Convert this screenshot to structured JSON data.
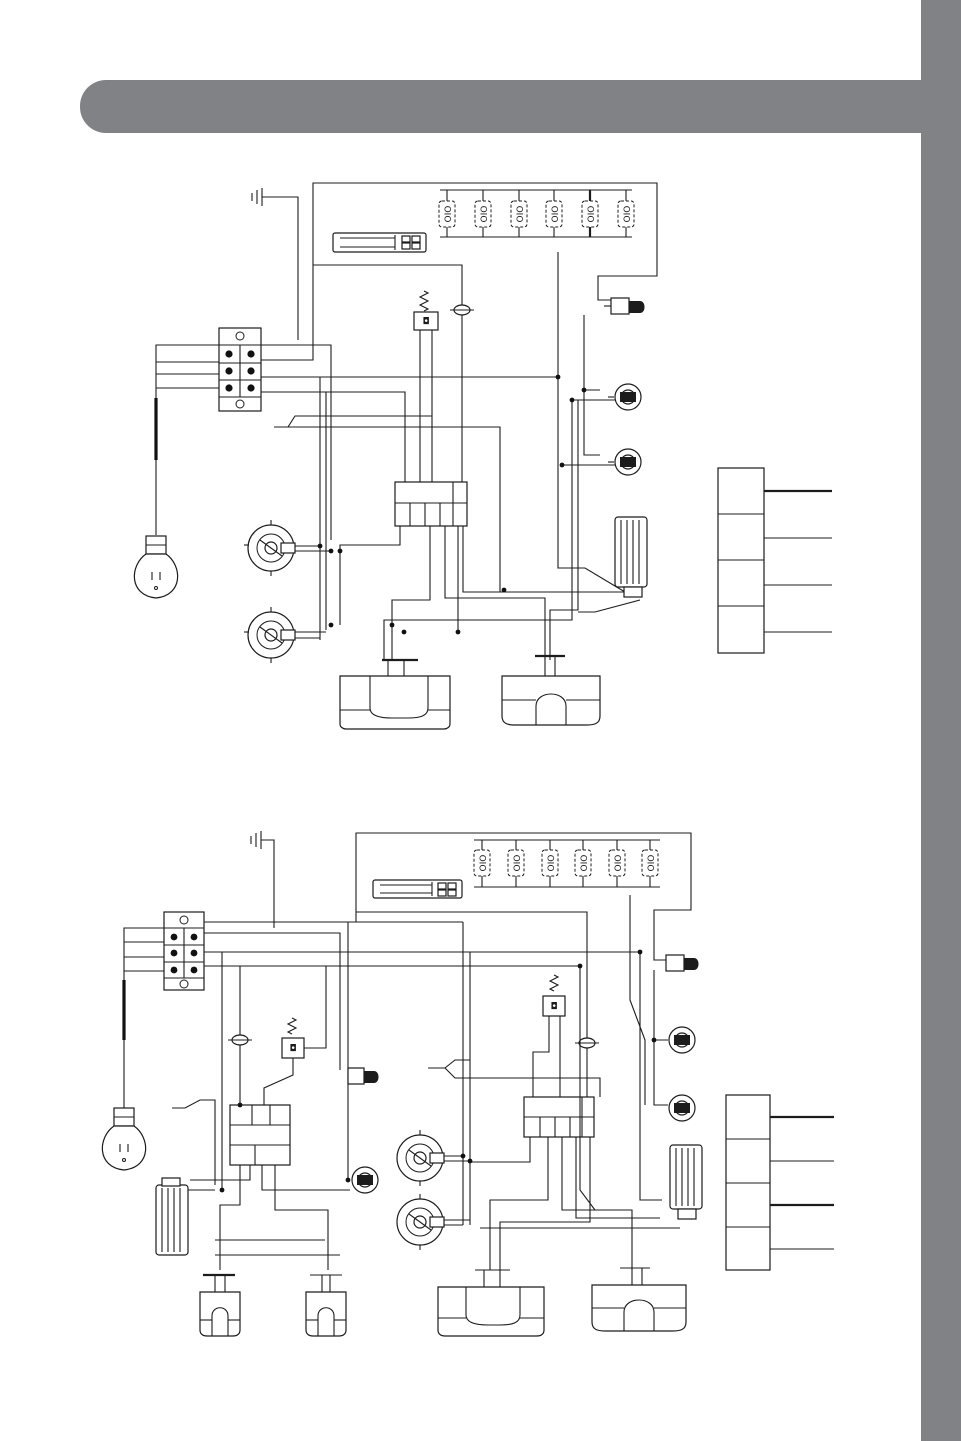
{
  "page": {
    "background": "#ffffff",
    "accent_color": "#808285",
    "line_color": "#1c1c1c"
  },
  "diagrams": [
    {
      "id": "upper",
      "switch_labels": [
        "OIO",
        "OIO",
        "OIO",
        "OIO",
        "OIO",
        "OIO"
      ]
    },
    {
      "id": "lower",
      "switch_labels": [
        "OIO",
        "OIO",
        "OIO",
        "OIO",
        "OIO",
        "OIO"
      ]
    }
  ],
  "icons": [
    "ground-icon",
    "terminal-block-icon",
    "power-cord-plug-icon",
    "rotary-switch-icon",
    "heating-element-icon",
    "indicator-lamp-icon",
    "thermostat-icon",
    "relay-module-icon",
    "fan-motor-icon",
    "thermal-fuse-icon",
    "spring-sensor-icon"
  ]
}
